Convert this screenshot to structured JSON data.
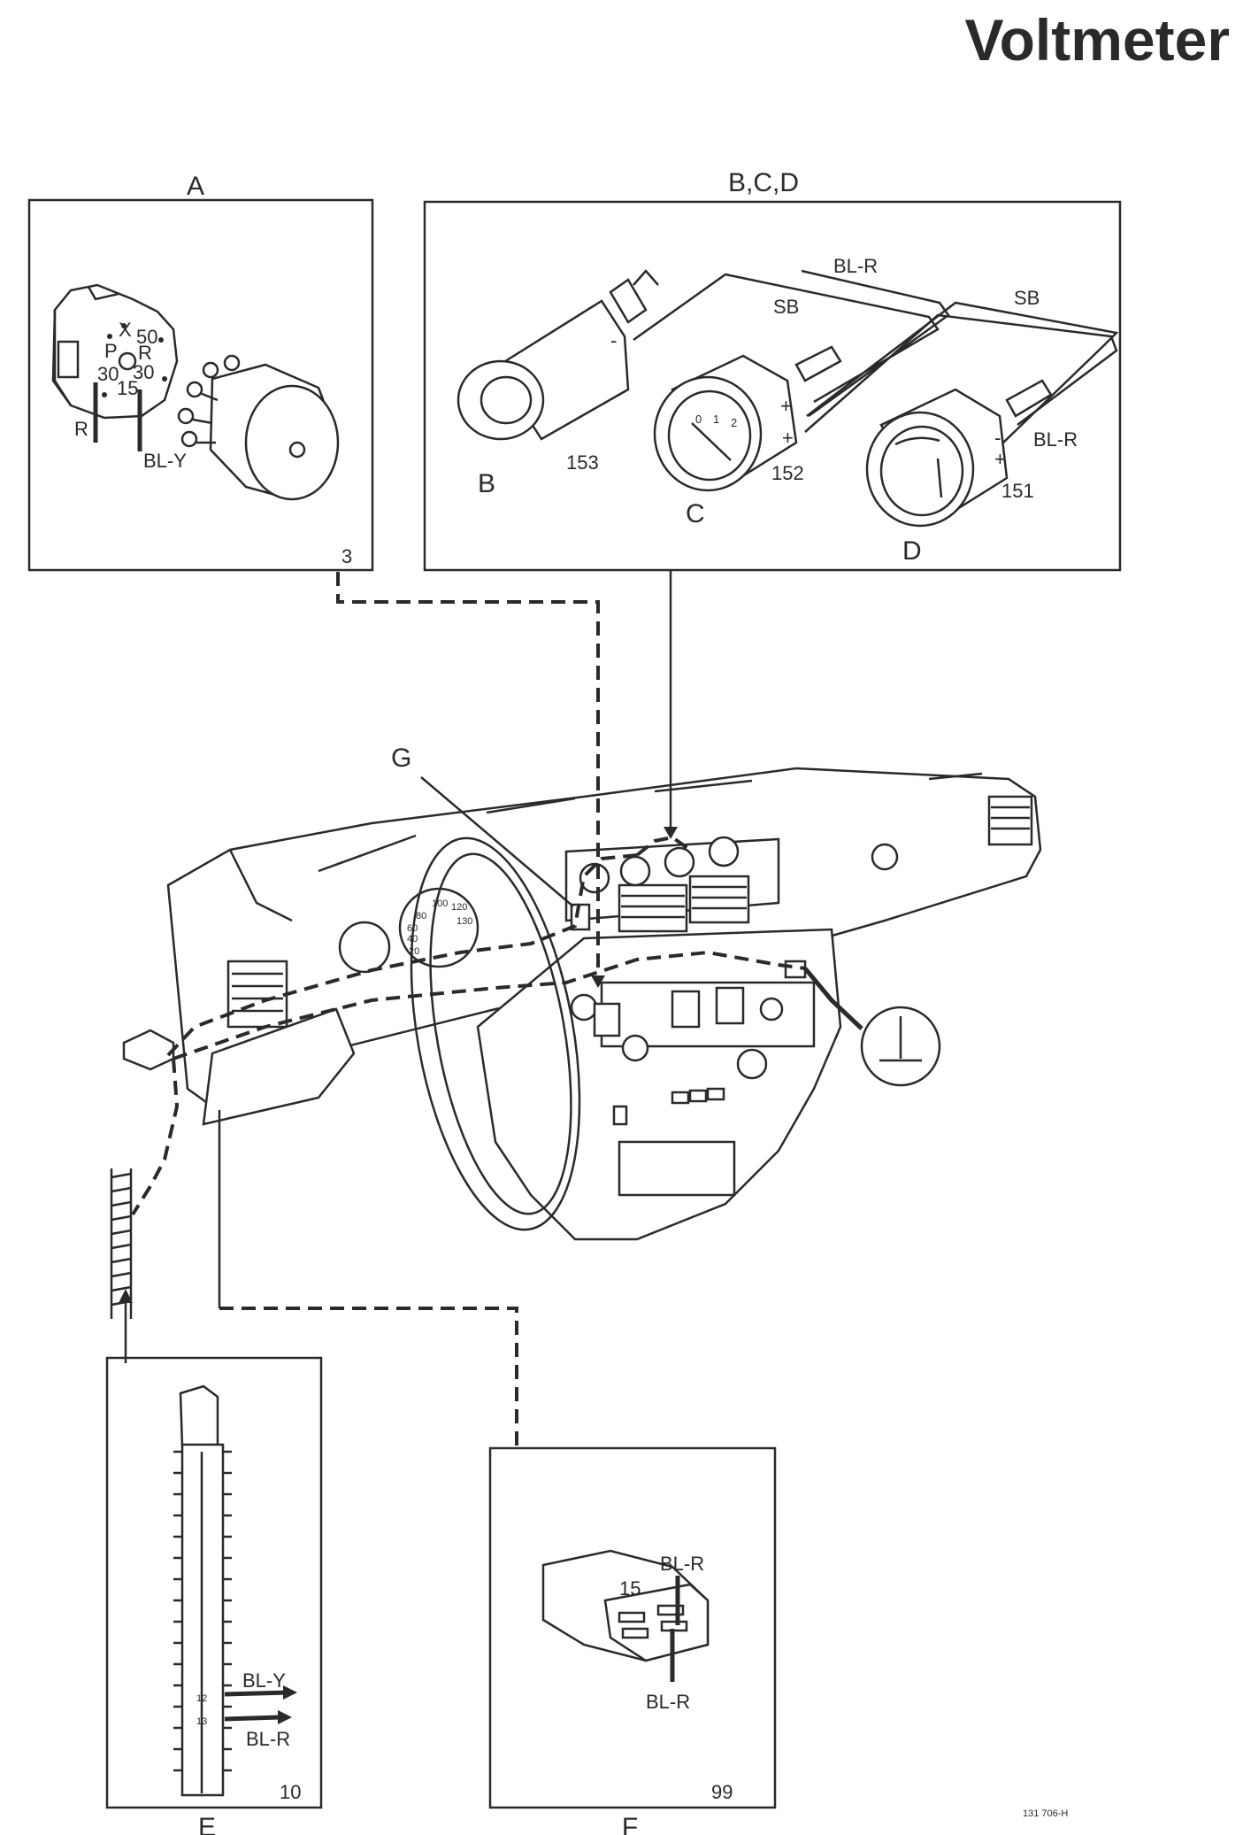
{
  "title": "Voltmeter",
  "panels": {
    "A": {
      "label": "A",
      "page_ref": "3",
      "switch_terminals": [
        "X",
        "50",
        "P",
        "R",
        "30",
        "30",
        "15"
      ],
      "wires": [
        "R",
        "BL-Y"
      ]
    },
    "BCD": {
      "label": "B,C,D",
      "wires": [
        "BL-R",
        "SB",
        "SB",
        "BL-R"
      ],
      "gauges": [
        {
          "letter": "B",
          "number": "153"
        },
        {
          "letter": "C",
          "number": "152",
          "scale": [
            "0",
            "1",
            "2"
          ]
        },
        {
          "letter": "D",
          "number": "151"
        }
      ],
      "polarity": [
        "-",
        "+",
        "-",
        "+"
      ]
    },
    "E": {
      "label": "E",
      "page_ref": "10",
      "terminals": [
        "12",
        "13"
      ],
      "wires": [
        "BL-Y",
        "BL-R"
      ]
    },
    "F": {
      "label": "F",
      "page_ref": "99",
      "terminal": "15",
      "wires": [
        "BL-R",
        "BL-R"
      ]
    }
  },
  "dashboard": {
    "callout": "G",
    "speedo_scale": [
      "100",
      "120",
      "80",
      "130",
      "60",
      "40",
      "20"
    ]
  },
  "figure_code": "131 706-H"
}
